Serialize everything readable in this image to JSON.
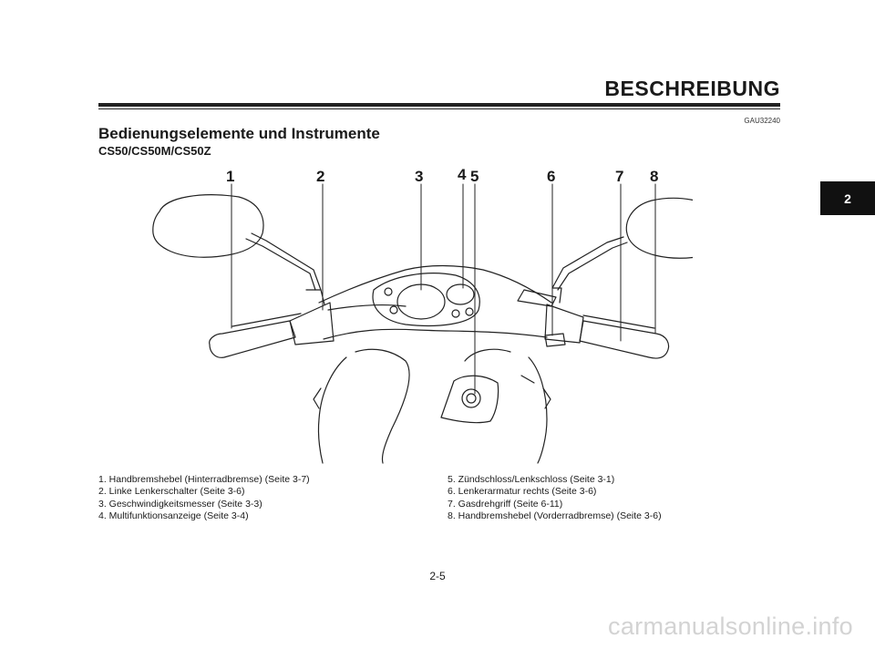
{
  "header": {
    "chapter_title": "BESCHREIBUNG",
    "reference_code": "GAU32240"
  },
  "section": {
    "title": "Bedienungselemente und Instrumente",
    "subtitle": "CS50/CS50M/CS50Z"
  },
  "chapter_tab": "2",
  "callouts": [
    "1",
    "2",
    "3",
    "4",
    "5",
    "6",
    "7",
    "8"
  ],
  "legend": {
    "left": [
      "1. Handbremshebel (Hinterradbremse) (Seite 3-7)",
      "2. Linke Lenkerschalter (Seite 3-6)",
      "3. Geschwindigkeitsmesser (Seite 3-3)",
      "4. Multifunktionsanzeige (Seite 3-4)"
    ],
    "right": [
      "5. Zündschloss/Lenkschloss (Seite 3-1)",
      "6. Lenkerarmatur rechts (Seite 3-6)",
      "7. Gasdrehgriff (Seite 6-11)",
      "8. Handbremshebel (Vorderradbremse) (Seite 3-6)"
    ]
  },
  "footer": {
    "page_number": "2-5",
    "watermark": "carmanualsonline.info"
  }
}
